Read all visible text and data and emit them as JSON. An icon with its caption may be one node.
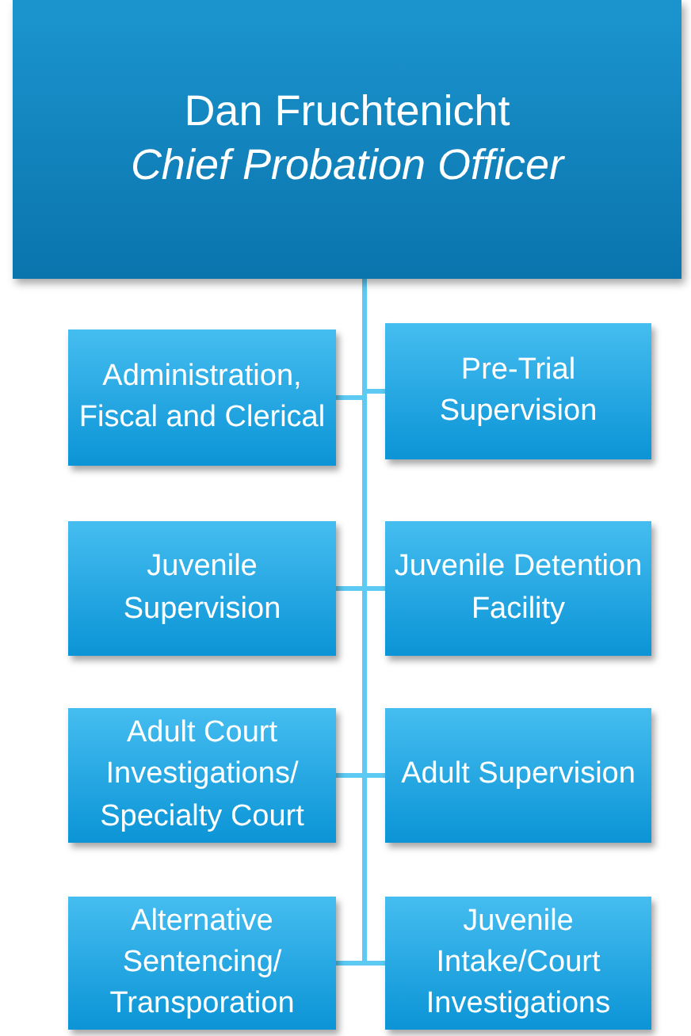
{
  "diagram": {
    "nodes": [
      {
        "text": [
          "Dan Fruchtenicht",
          "Chief Probation Officer"
        ]
      },
      {
        "text": [
          "Administration, Fiscal and Clerical"
        ]
      },
      {
        "text": [
          "Pre-Trial Supervision"
        ]
      },
      {
        "text": [
          "Juvenile Supervision"
        ]
      },
      {
        "text": [
          "Juvenile Detention Facility"
        ]
      },
      {
        "text": [
          "Adult Court Investigations/ Specialty Court"
        ]
      },
      {
        "text": [
          "Adult Supervision"
        ]
      },
      {
        "text": [
          "Alternative Sentencing/ Transporation"
        ]
      },
      {
        "text": [
          "Juvenile Intake/Court Investigations"
        ]
      }
    ],
    "edges": [
      {
        "from": 0,
        "to": 1,
        "arrow": "none"
      },
      {
        "from": 0,
        "to": 2,
        "arrow": "none"
      },
      {
        "from": 0,
        "to": 3,
        "arrow": "none"
      },
      {
        "from": 0,
        "to": 4,
        "arrow": "none"
      },
      {
        "from": 0,
        "to": 5,
        "arrow": "none"
      },
      {
        "from": 0,
        "to": 6,
        "arrow": "none"
      },
      {
        "from": 0,
        "to": 7,
        "arrow": "none"
      },
      {
        "from": 0,
        "to": 8,
        "arrow": "none"
      }
    ]
  }
}
